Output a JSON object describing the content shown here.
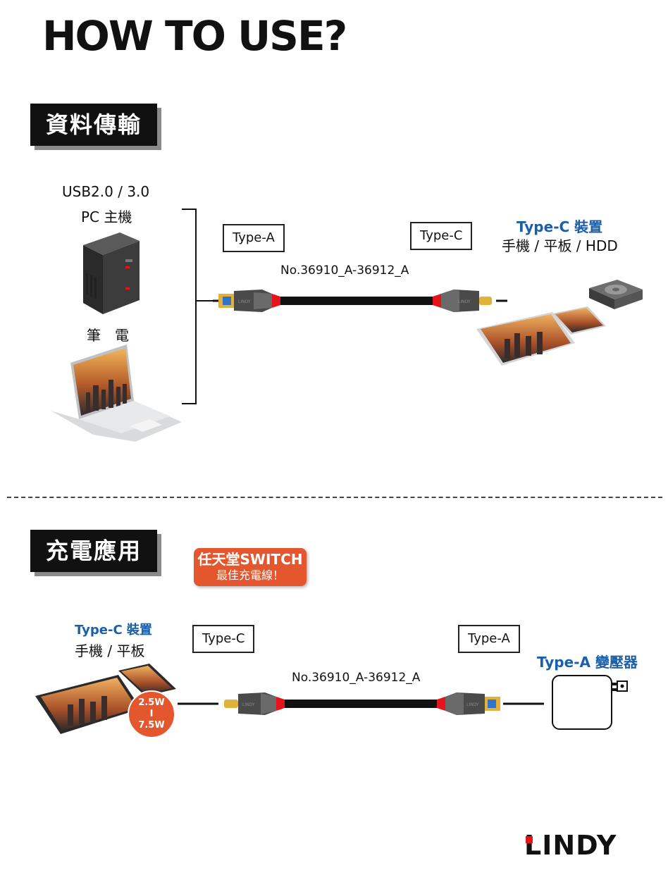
{
  "title": "HOW TO USE?",
  "section1": {
    "tag": "資料傳輸",
    "pc_line1": "USB2.0 / 3.0",
    "pc_line2": "PC 主機",
    "laptop_label": "筆　電",
    "left_connector": "Type-A",
    "right_connector": "Type-C",
    "cable_model": "No.36910_A-36912_A",
    "device_title": "Type-C 裝置",
    "device_list": "手機 / 平板 / HDD"
  },
  "section2": {
    "tag": "充電應用",
    "promo_line1": "任天堂SWITCH",
    "promo_line2": "最佳充電線！",
    "device_title": "Type-C 裝置",
    "device_list": "手機 / 平板",
    "power_top": "2.5W",
    "power_mid": "I",
    "power_bottom": "7.5W",
    "left_connector": "Type-C",
    "right_connector": "Type-A",
    "cable_model": "No.36910_A-36912_A",
    "adapter_label": "Type-A 變壓器"
  },
  "brand": "LINDY",
  "plug_marking": "LINDY",
  "colors": {
    "accent_orange": "#e4572e",
    "device_blue": "#1a5fa8",
    "cable_red": "#e5141b",
    "usb_blue": "#2f74c8",
    "gold": "#e2b13a"
  }
}
